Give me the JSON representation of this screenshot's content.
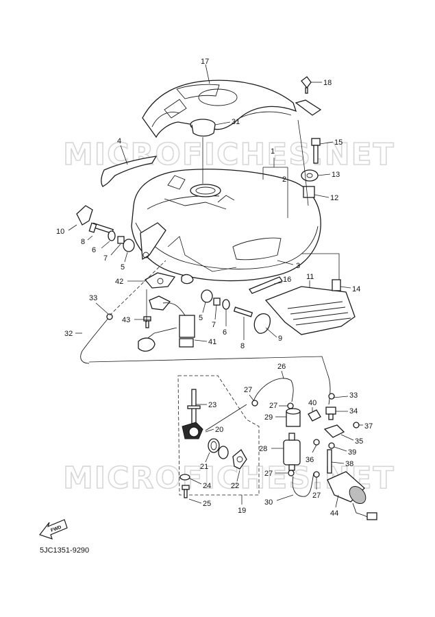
{
  "diagram": {
    "code": "5JC1351-9290",
    "watermark": "MICROFICHES.NET",
    "fwd_label": "FWD",
    "callouts": [
      "1",
      "2",
      "3",
      "4",
      "5",
      "6",
      "7",
      "8",
      "9",
      "10",
      "11",
      "12",
      "13",
      "14",
      "15",
      "16",
      "17",
      "18",
      "19",
      "20",
      "21",
      "22",
      "23",
      "24",
      "25",
      "26",
      "27",
      "28",
      "29",
      "30",
      "31",
      "32",
      "33",
      "34",
      "35",
      "36",
      "37",
      "38",
      "39",
      "40",
      "41",
      "42",
      "43",
      "44"
    ]
  }
}
